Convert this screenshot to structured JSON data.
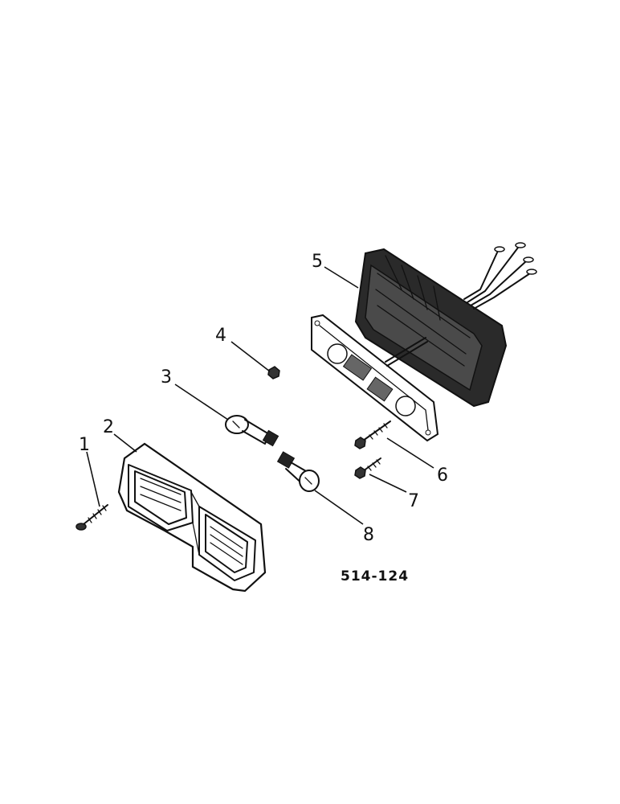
{
  "figure_code": "514-124",
  "callouts": [
    {
      "id": "1",
      "label": "1"
    },
    {
      "id": "2",
      "label": "2"
    },
    {
      "id": "3",
      "label": "3"
    },
    {
      "id": "4",
      "label": "4"
    },
    {
      "id": "5",
      "label": "5"
    },
    {
      "id": "6",
      "label": "6"
    },
    {
      "id": "7",
      "label": "7"
    },
    {
      "id": "8",
      "label": "8"
    }
  ],
  "colors": {
    "ink": "#111111",
    "background": "#ffffff",
    "housing_fill": "#2a2a2a"
  }
}
